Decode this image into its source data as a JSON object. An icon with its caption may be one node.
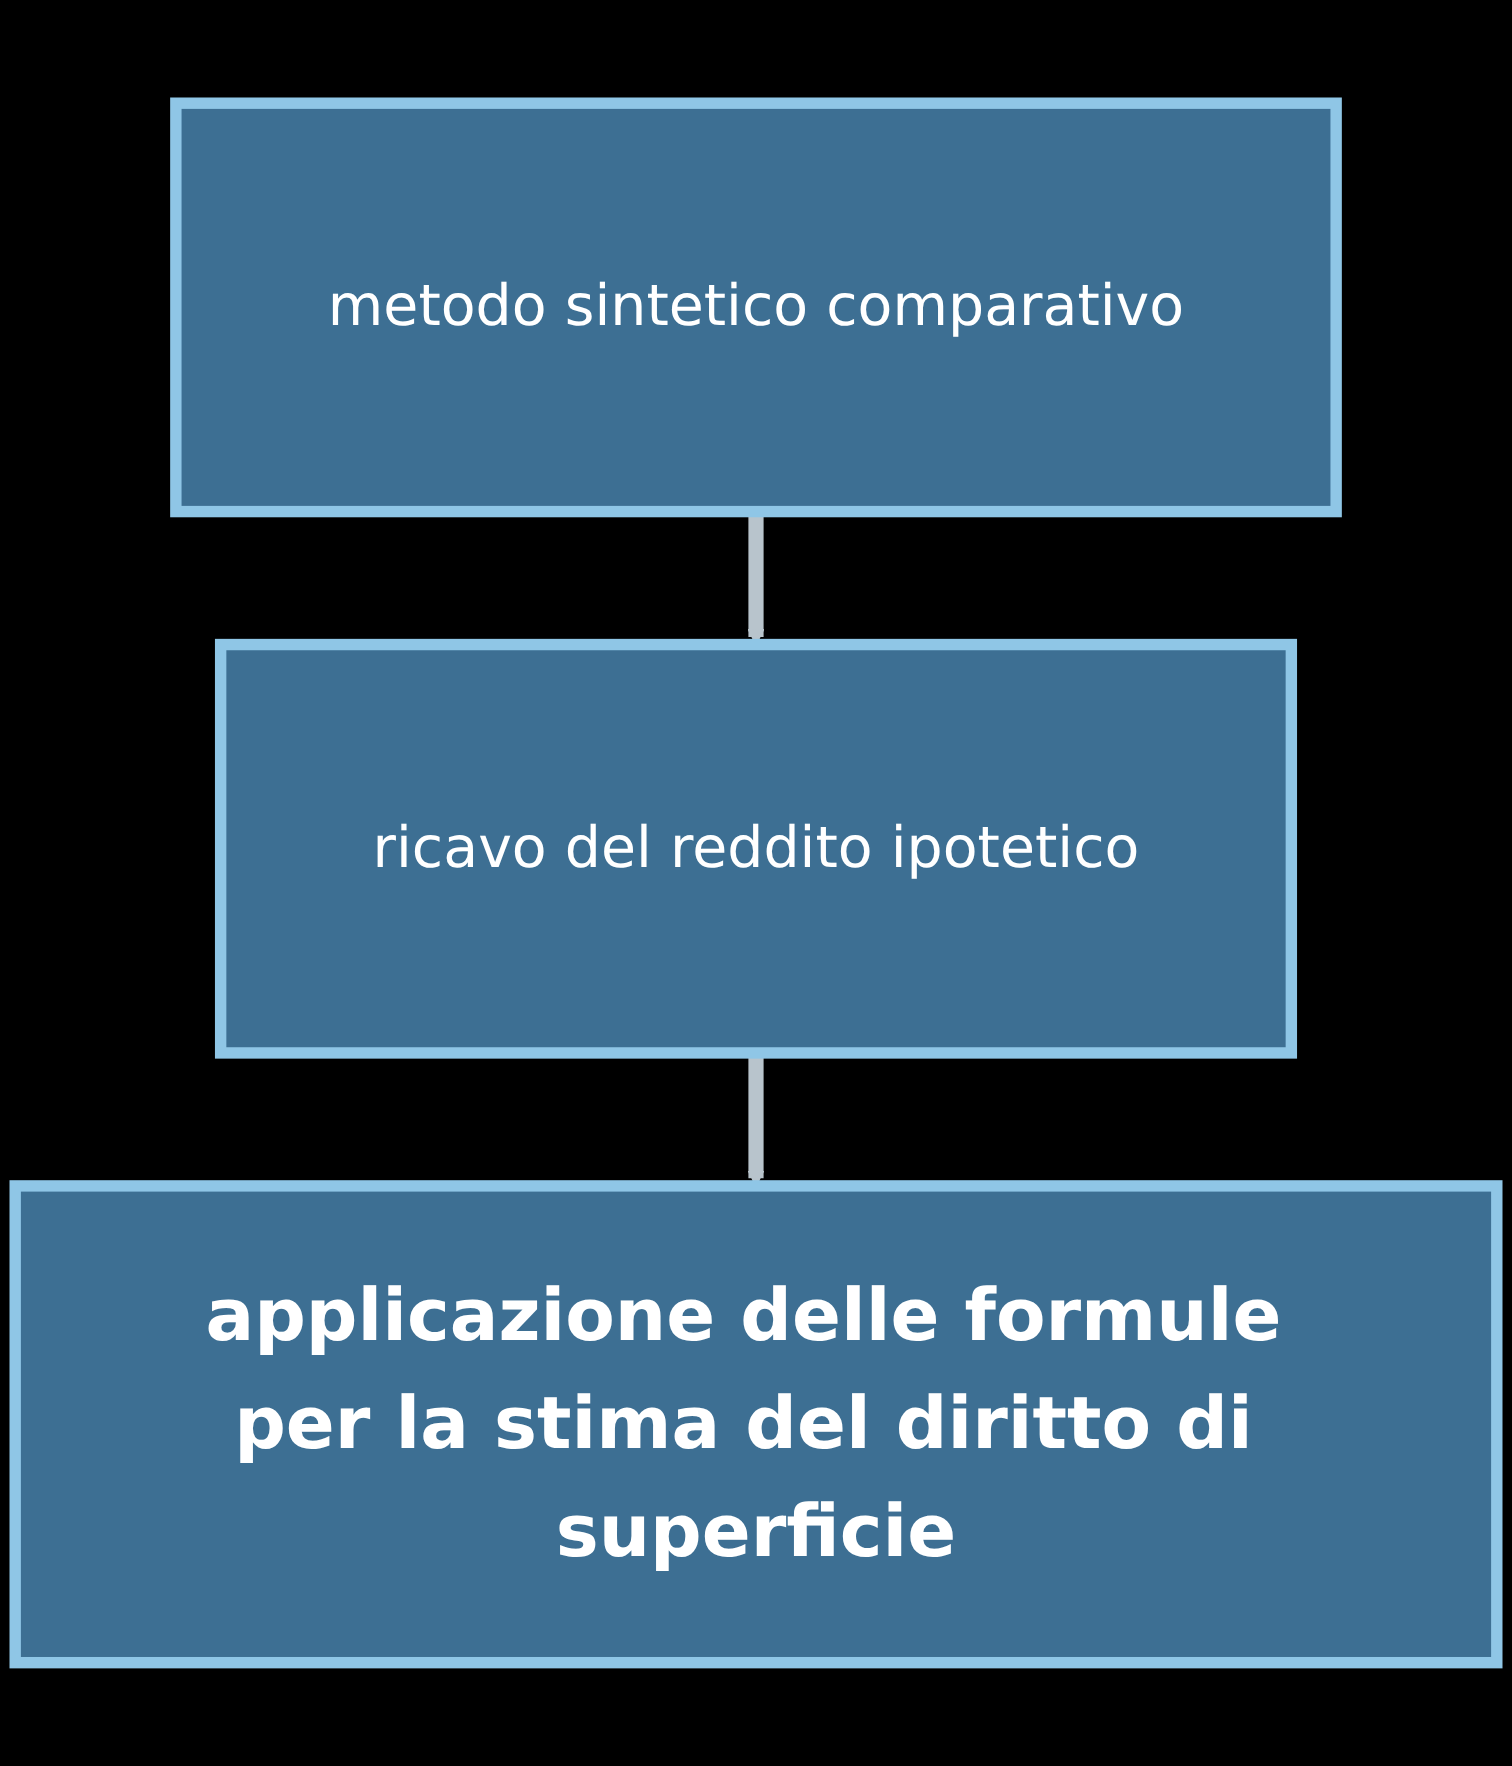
{
  "diagram": {
    "nodes": [
      {
        "text": [
          "metodo sintetico comparativo"
        ]
      },
      {
        "text": [
          "ricavo del reddito ipotetico"
        ]
      },
      {
        "text": [
          "applicazione delle formule per la stima del diritto di superficie"
        ]
      }
    ],
    "edges": [
      {
        "from": 0,
        "to": 1,
        "arrow": "to"
      },
      {
        "from": 1,
        "to": 2,
        "arrow": "to"
      }
    ]
  }
}
